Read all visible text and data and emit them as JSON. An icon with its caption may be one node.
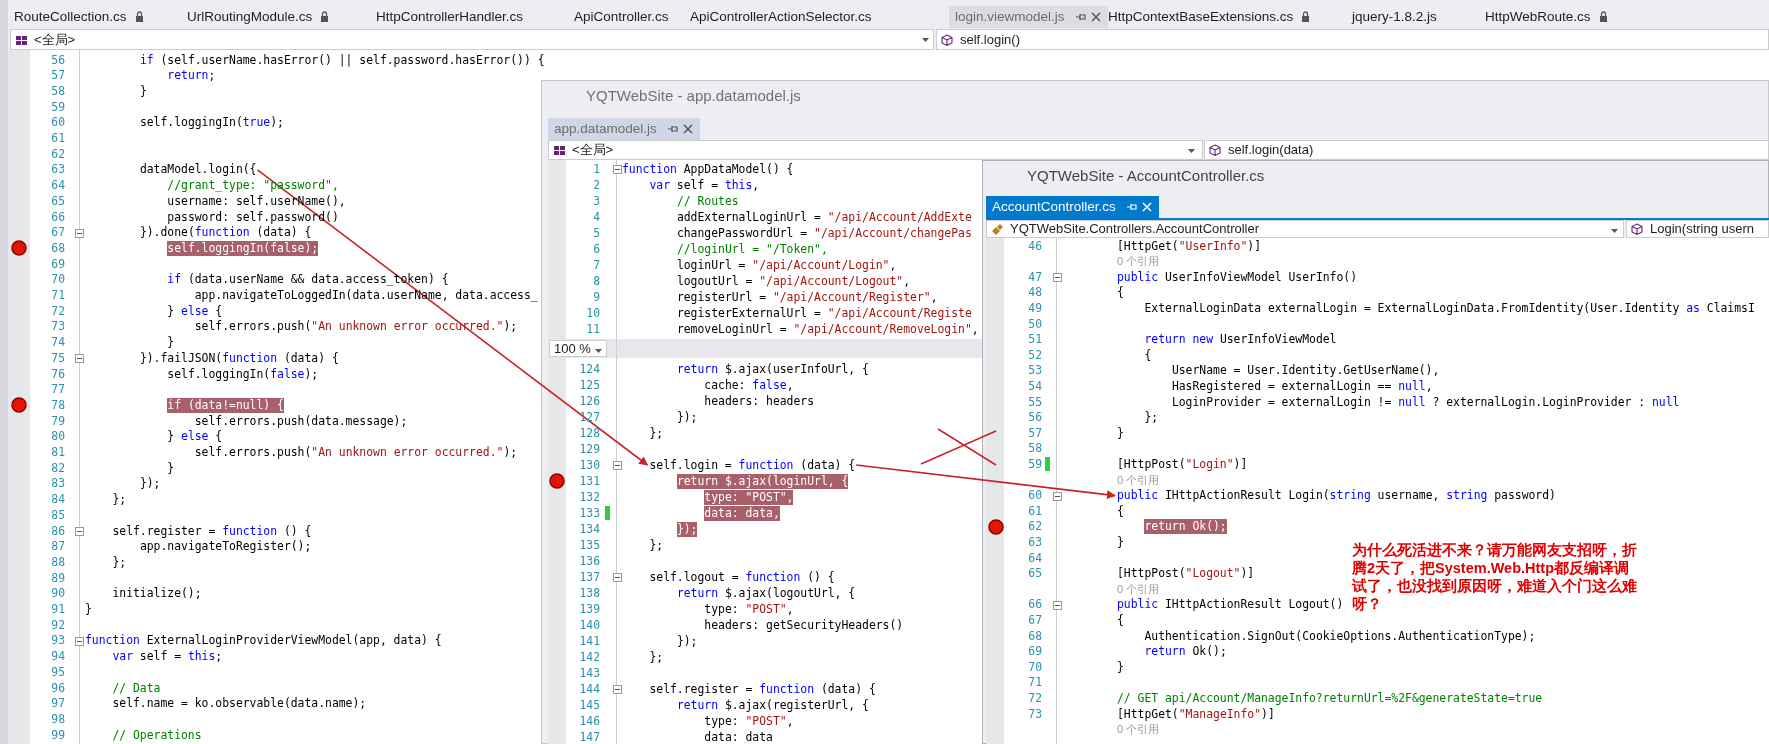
{
  "diagram": {
    "nodes": [
      {
        "text": [
          "dataModel.login({"
        ]
      },
      {
        "text": [
          "self.login = function (data) {"
        ]
      },
      {
        "text": [
          "public IHttpActionResult Login(string username, string password)"
        ]
      }
    ],
    "edges": [
      {
        "from": 0,
        "to": 1,
        "arrow": "to"
      },
      {
        "from": 1,
        "to": 2,
        "arrow": "to"
      }
    ],
    "labels": [
      "RouteCollection.cs",
      "UrlRoutingModule.cs",
      "HttpControllerHandler.cs",
      "ApiController.cs",
      "ApiControllerActionSelector.cs",
      "login.viewmodel.js",
      "HttpContextBaseExtensions.cs",
      "jquery-1.8.2.js",
      "HttpWebRoute.cs",
      "<全局>",
      "self.login()",
      "56",
      "if (self.userName.hasError() || self.password.hasError()) {",
      "57",
      "return;",
      "58",
      "}",
      "59",
      "60",
      "self.loggingIn(true);",
      "61",
      "62",
      "63",
      "64",
      "//grant_type: \"password\",",
      "65",
      "username: self.userName(),",
      "66",
      "password: self.password()",
      "67",
      "}).done(function (data) {",
      "68",
      "self.loggingIn(false);",
      "69",
      "70",
      "if (data.userName && data.access_token) {",
      "71",
      "app.navigateToLoggedIn(data.userName, data.access_",
      "72",
      "} else {",
      "73",
      "self.errors.push(\"An unknown error occurred.\");",
      "74",
      "}",
      "75",
      "}).failJSON(function (data) {",
      "76",
      "self.loggingIn(false);",
      "77",
      "78",
      "if (data!=null) {",
      "79",
      "self.errors.push(data.message);",
      "80",
      "} else {",
      "81",
      "self.errors.push(\"An unknown error occurred.\");",
      "82",
      "}",
      "83",
      "});",
      "84",
      "};",
      "85",
      "86",
      "self.register = function () {",
      "87",
      "app.navigateToRegister();",
      "88",
      "};",
      "89",
      "90",
      "initialize();",
      "91",
      "}",
      "92",
      "93",
      "function ExternalLoginProviderViewModel(app, data) {",
      "94",
      "var self = this;",
      "95",
      "96",
      "// Data",
      "97",
      "self.name = ko.observable(data.name);",
      "98",
      "99",
      "// Operations",
      "YQTWebSite - app.datamodel.js",
      "app.datamodel.js",
      "<全局>",
      "self.login(data)",
      "1",
      "function AppDataModel() {",
      "2",
      "var self = this,",
      "3",
      "// Routes",
      "4",
      "addExternalLoginUrl = \"/api/Account/AddExte",
      "5",
      "changePasswordUrl = \"/api/Account/changePas",
      "6",
      "//loginUrl = \"/Token\",",
      "7",
      "loginUrl = \"/api/Account/Login\",",
      "8",
      "logoutUrl = \"/api/Account/Logout\",",
      "9",
      "registerUrl = \"/api/Account/Register\",",
      "10",
      "registerExternalUrl = \"/api/Account/Registe",
      "11",
      "removeLoginUrl = \"/api/Account/RemoveLogin\",",
      "100 %",
      "124",
      "return $.ajax(userInfoUrl, {",
      "125",
      "cache: false,",
      "126",
      "headers: headers",
      "127",
      "});",
      "128",
      "};",
      "129",
      "130",
      "131",
      "return $.ajax(loginUrl, {",
      "132",
      "type: \"POST\",",
      "133",
      "data: data,",
      "134",
      "});",
      "135",
      "};",
      "136",
      "137",
      "self.logout = function () {",
      "138",
      "return $.ajax(logoutUrl, {",
      "139",
      "type: \"POST\",",
      "140",
      "headers: getSecurityHeaders()",
      "141",
      "});",
      "142",
      "};",
      "143",
      "144",
      "self.register = function (data) {",
      "145",
      "return $.ajax(registerUrl, {",
      "146",
      "type: \"POST\",",
      "147",
      "data: data",
      "YQTWebSite - AccountController.cs",
      "AccountController.cs",
      "YQTWebSite.Controllers.AccountController",
      "Login(string usern",
      "46",
      "[HttpGet(\"UserInfo\")]",
      "0 个引用",
      "47",
      "public UserInfoViewModel UserInfo()",
      "48",
      "{",
      "49",
      "ExternalLoginData externalLogin = ExternalLoginData.FromIdentity(User.Identity as ClaimsI",
      "50",
      "51",
      "return new UserInfoViewModel",
      "52",
      "{",
      "53",
      "UserName = User.Identity.GetUserName(),",
      "54",
      "HasRegistered = externalLogin == null,",
      "55",
      "LoginProvider = externalLogin != null ? externalLogin.LoginProvider : null",
      "56",
      "};",
      "57",
      "}",
      "58",
      "59",
      "[HttpPost(\"Login\")]",
      "0 个引用",
      "60",
      "61",
      "{",
      "62",
      "return Ok();",
      "63",
      "}",
      "64",
      "65",
      "[HttpPost(\"Logout\")]",
      "0 个引用",
      "66",
      "public IHttpActionResult Logout()",
      "67",
      "{",
      "68",
      "Authentication.SignOut(CookieOptions.AuthenticationType);",
      "69",
      "return Ok();",
      "70",
      "}",
      "71",
      "72",
      "// GET api/Account/ManageInfo?returnUrl=%2F&generateState=true",
      "73",
      "[HttpGet(\"ManageInfo\")]",
      "0 个引用",
      "为什么死活进不来？请万能网友支招呀，折腾2天了，把System.Web.Http都反编译调试了，也没找到原因呀，难道入个门这么难呀？"
    ]
  }
}
